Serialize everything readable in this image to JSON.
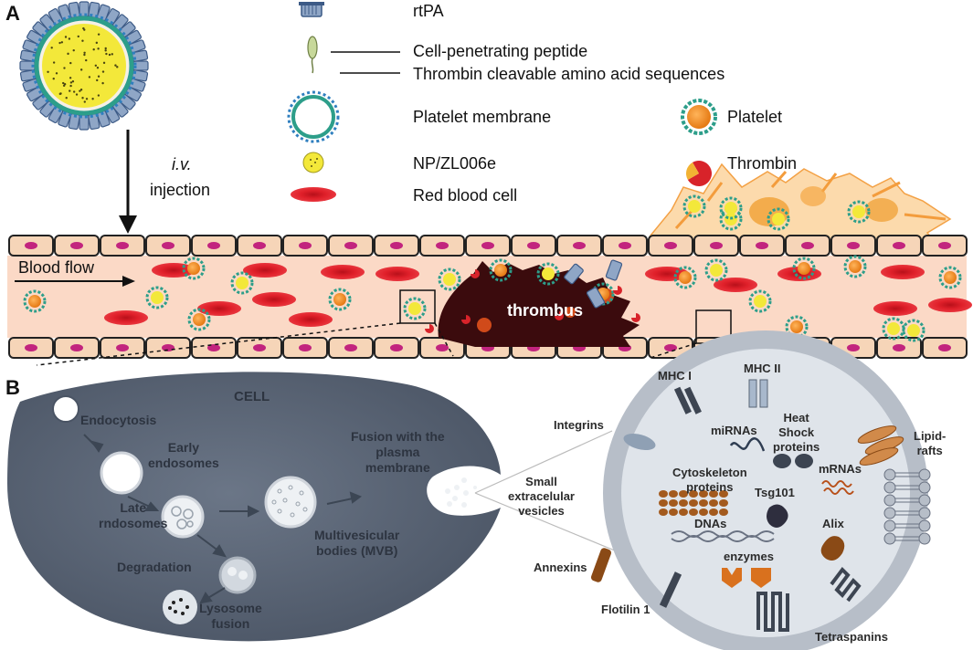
{
  "panels": {
    "a": "A",
    "b": "B"
  },
  "legend": {
    "rtpa": "rtPA",
    "cpp": "Cell-penetrating peptide",
    "thrombin_seq": "Thrombin cleavable amino acid sequences",
    "platelet_membrane": "Platelet membrane",
    "platelet": "Platelet",
    "np": "NP/ZL006e",
    "thrombin": "Thrombin",
    "rbc": "Red blood cell"
  },
  "injection": {
    "route": "i.v.",
    "word": "injection"
  },
  "vessel": {
    "flow": "Blood flow",
    "thrombus": "thrombus"
  },
  "cell": {
    "title": "CELL",
    "endocytosis": "Endocytosis",
    "early1": "Early",
    "early2": "endosomes",
    "late1": "Late",
    "late2": "rndosomes",
    "degradation": "Degradation",
    "lysosome1": "Lysosome",
    "lysosome2": "fusion",
    "mvb1": "Multivesicular",
    "mvb2": "bodies (MVB)",
    "fusion1": "Fusion with the",
    "fusion2": "plasma",
    "fusion3": "membrane"
  },
  "vesicle": {
    "sev1": "Small",
    "sev2": "extracelular",
    "sev3": "vesicles",
    "mhc1": "MHC I",
    "mhc2": "MHC II",
    "integrins": "Integrins",
    "lipid1": "Lipid-",
    "lipid2": "rafts",
    "mirnas": "miRNAs",
    "hsp1": "Heat",
    "hsp2": "Shock",
    "hsp3": "proteins",
    "mrnas": "mRNAs",
    "cyto1": "Cytoskeleton",
    "cyto2": "proteins",
    "tsg": "Tsg101",
    "dnas": "DNAs",
    "alix": "Alix",
    "enzymes": "enzymes",
    "annexins": "Annexins",
    "flotilin": "Flotilin 1",
    "tetraspanins": "Tetraspanins"
  },
  "colors": {
    "vessel_fill": "#fbd9c6",
    "endothelial": "#f6d5b8",
    "nucleus": "#c2247e",
    "rbc": "#e0202a",
    "np_core": "#f3e83a",
    "membrane_protein": "#2d9e8a",
    "platelet": "#f08c2a",
    "thrombus": "#3b0b0d",
    "cell_body": "#5a6677",
    "vesicle_ring": "#b7bec8",
    "vesicle_inner": "#dfe4ea"
  }
}
